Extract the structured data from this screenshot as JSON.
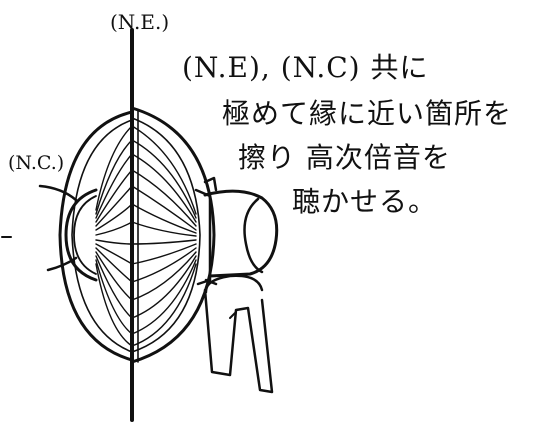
{
  "labels": {
    "ne": "(N.E.)",
    "nc": "(N.C.)"
  },
  "note": {
    "line1": "(N.E), (N.C) 共に",
    "line2": "極めて縁に近い箇所を",
    "line3": "擦り 高次倍音を",
    "line4": "聴かせる。"
  },
  "colors": {
    "ink": "#111111",
    "background": "#ffffff"
  }
}
